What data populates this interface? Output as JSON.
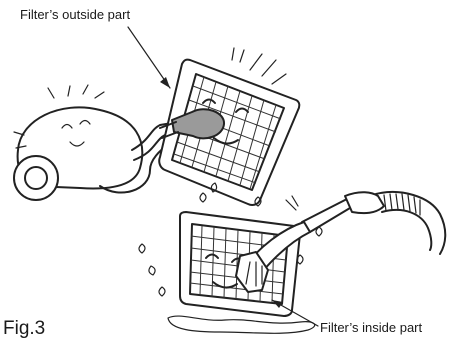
{
  "labels": {
    "outside": "Filter’s outside part",
    "inside": "Filter’s inside part",
    "figure": "Fig.3"
  },
  "illustration": {
    "scene_top": "vacuum-cleaner-cleaning-filter",
    "scene_bottom": "water-hose-rinsing-filter"
  }
}
